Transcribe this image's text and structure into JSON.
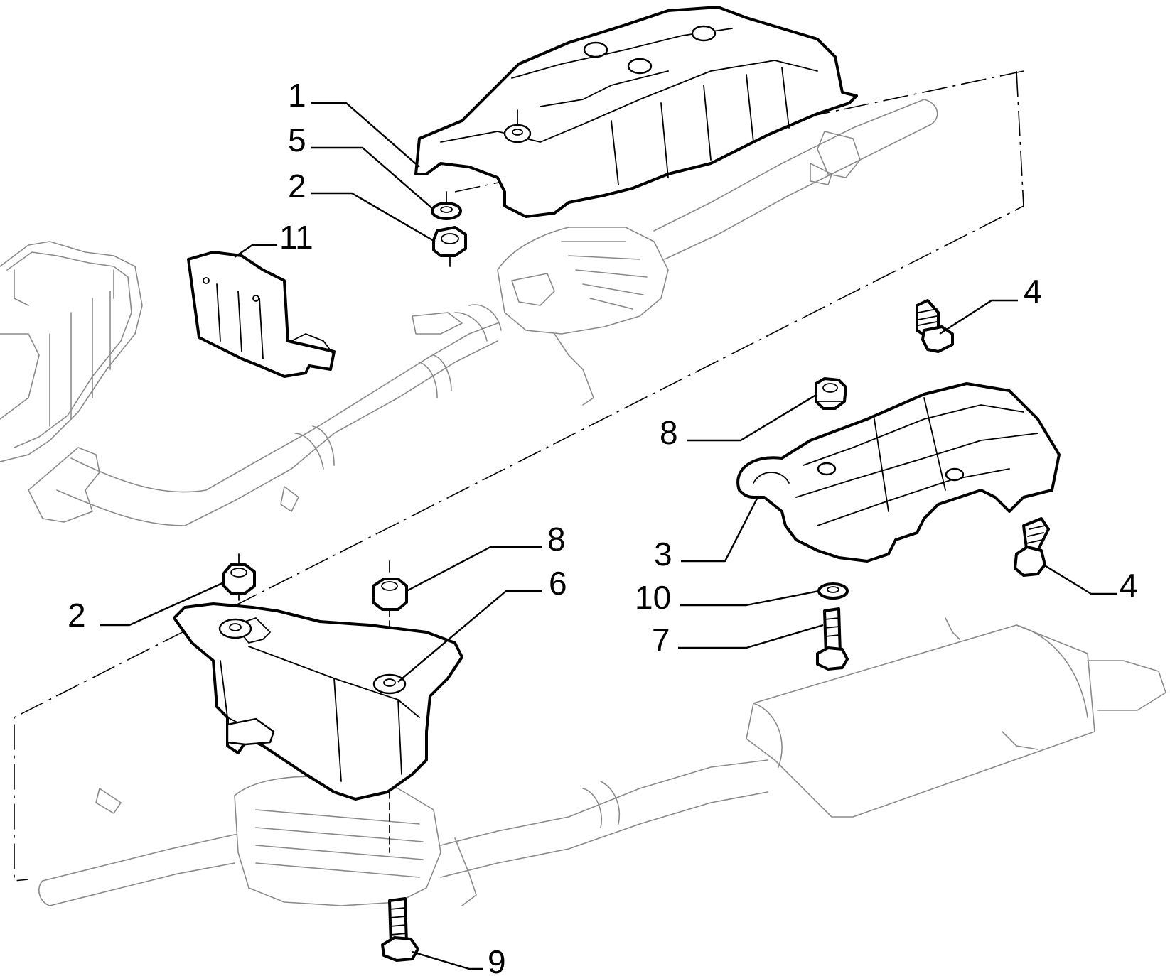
{
  "callouts": {
    "c1": "1",
    "c5": "5",
    "c2_top": "2",
    "c11": "11",
    "c4_top": "4",
    "c8_right": "8",
    "c3": "3",
    "c10": "10",
    "c7": "7",
    "c4_right": "4",
    "c8_mid": "8",
    "c6": "6",
    "c2_left": "2",
    "c9": "9"
  }
}
